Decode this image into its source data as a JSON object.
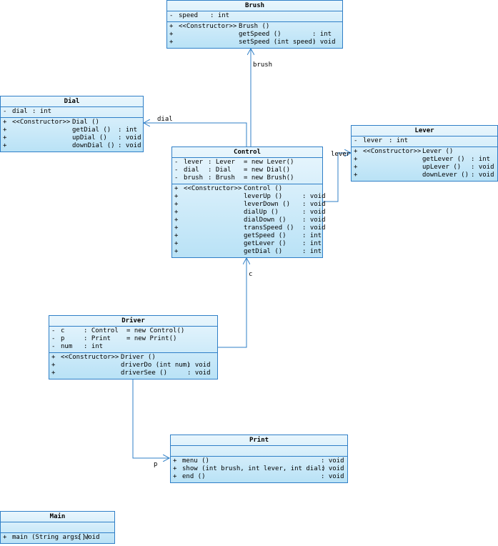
{
  "classes": {
    "brush": {
      "name": "Brush",
      "attributes": [
        {
          "vis": "-",
          "name": "speed",
          "type": ": int"
        }
      ],
      "operations": [
        {
          "vis": "+",
          "stereo": "<<Constructor>>",
          "name": "Brush ()",
          "type": ""
        },
        {
          "vis": "+",
          "stereo": "",
          "name": "getSpeed ()",
          "type": ": int"
        },
        {
          "vis": "+",
          "stereo": "",
          "name": "setSpeed (int speed)",
          "type": ": void"
        }
      ]
    },
    "dial": {
      "name": "Dial",
      "attributes": [
        {
          "vis": "-",
          "name": "dial",
          "type": ": int"
        }
      ],
      "operations": [
        {
          "vis": "+",
          "stereo": "<<Constructor>>",
          "name": "Dial ()",
          "type": ""
        },
        {
          "vis": "+",
          "stereo": "",
          "name": "getDial ()",
          "type": ": int"
        },
        {
          "vis": "+",
          "stereo": "",
          "name": "upDial ()",
          "type": ": void"
        },
        {
          "vis": "+",
          "stereo": "",
          "name": "downDial ()",
          "type": ": void"
        }
      ]
    },
    "lever": {
      "name": "Lever",
      "attributes": [
        {
          "vis": "-",
          "name": "lever",
          "type": ": int"
        }
      ],
      "operations": [
        {
          "vis": "+",
          "stereo": "<<Constructor>>",
          "name": "Lever ()",
          "type": ""
        },
        {
          "vis": "+",
          "stereo": "",
          "name": "getLever ()",
          "type": ": int"
        },
        {
          "vis": "+",
          "stereo": "",
          "name": "upLever ()",
          "type": ": void"
        },
        {
          "vis": "+",
          "stereo": "",
          "name": "downLever ()",
          "type": ": void"
        }
      ]
    },
    "control": {
      "name": "Control",
      "attributes": [
        {
          "vis": "-",
          "name": "lever",
          "type": ": Lever",
          "init": "= new Lever()"
        },
        {
          "vis": "-",
          "name": "dial",
          "type": ": Dial",
          "init": "= new Dial()"
        },
        {
          "vis": "-",
          "name": "brush",
          "type": ": Brush",
          "init": "= new Brush()"
        }
      ],
      "operations": [
        {
          "vis": "+",
          "stereo": "<<Constructor>>",
          "name": "Control ()",
          "type": ""
        },
        {
          "vis": "+",
          "stereo": "",
          "name": "leverUp ()",
          "type": ": void"
        },
        {
          "vis": "+",
          "stereo": "",
          "name": "leverDown ()",
          "type": ": void"
        },
        {
          "vis": "+",
          "stereo": "",
          "name": "dialUp ()",
          "type": ": void"
        },
        {
          "vis": "+",
          "stereo": "",
          "name": "dialDown ()",
          "type": ": void"
        },
        {
          "vis": "+",
          "stereo": "",
          "name": "transSpeed ()",
          "type": ": void"
        },
        {
          "vis": "+",
          "stereo": "",
          "name": "getSpeed ()",
          "type": ": int"
        },
        {
          "vis": "+",
          "stereo": "",
          "name": "getLever ()",
          "type": ": int"
        },
        {
          "vis": "+",
          "stereo": "",
          "name": "getDial ()",
          "type": ": int"
        }
      ]
    },
    "driver": {
      "name": "Driver",
      "attributes": [
        {
          "vis": "-",
          "name": "c",
          "type": ": Control",
          "init": "= new Control()"
        },
        {
          "vis": "-",
          "name": "p",
          "type": ": Print",
          "init": "= new Print()"
        },
        {
          "vis": "-",
          "name": "num",
          "type": ": int",
          "init": ""
        }
      ],
      "operations": [
        {
          "vis": "+",
          "stereo": "<<Constructor>>",
          "name": "Driver ()",
          "type": ""
        },
        {
          "vis": "+",
          "stereo": "",
          "name": "driverDo (int num)",
          "type": ": void"
        },
        {
          "vis": "+",
          "stereo": "",
          "name": "driverSee ()",
          "type": ": void"
        }
      ]
    },
    "print": {
      "name": "Print",
      "attributes": [],
      "operations": [
        {
          "vis": "+",
          "stereo": "",
          "name": "menu ()",
          "type": ": void"
        },
        {
          "vis": "+",
          "stereo": "",
          "name": "show (int brush, int lever, int dial)",
          "type": ": void"
        },
        {
          "vis": "+",
          "stereo": "",
          "name": "end ()",
          "type": ": void"
        }
      ]
    },
    "main": {
      "name": "Main",
      "attributes": [],
      "operations": [
        {
          "vis": "+",
          "stereo": "",
          "name": "main (String args[])",
          "type": ": void"
        }
      ]
    }
  },
  "associations": {
    "brush": "brush",
    "dial": "dial",
    "lever": "lever",
    "c": "c",
    "p": "p"
  },
  "colors": {
    "border": "#2f7fc7",
    "fill_top": "#e9f6fd",
    "fill_bottom": "#b9e2f6",
    "connector": "#2f7fc7"
  }
}
